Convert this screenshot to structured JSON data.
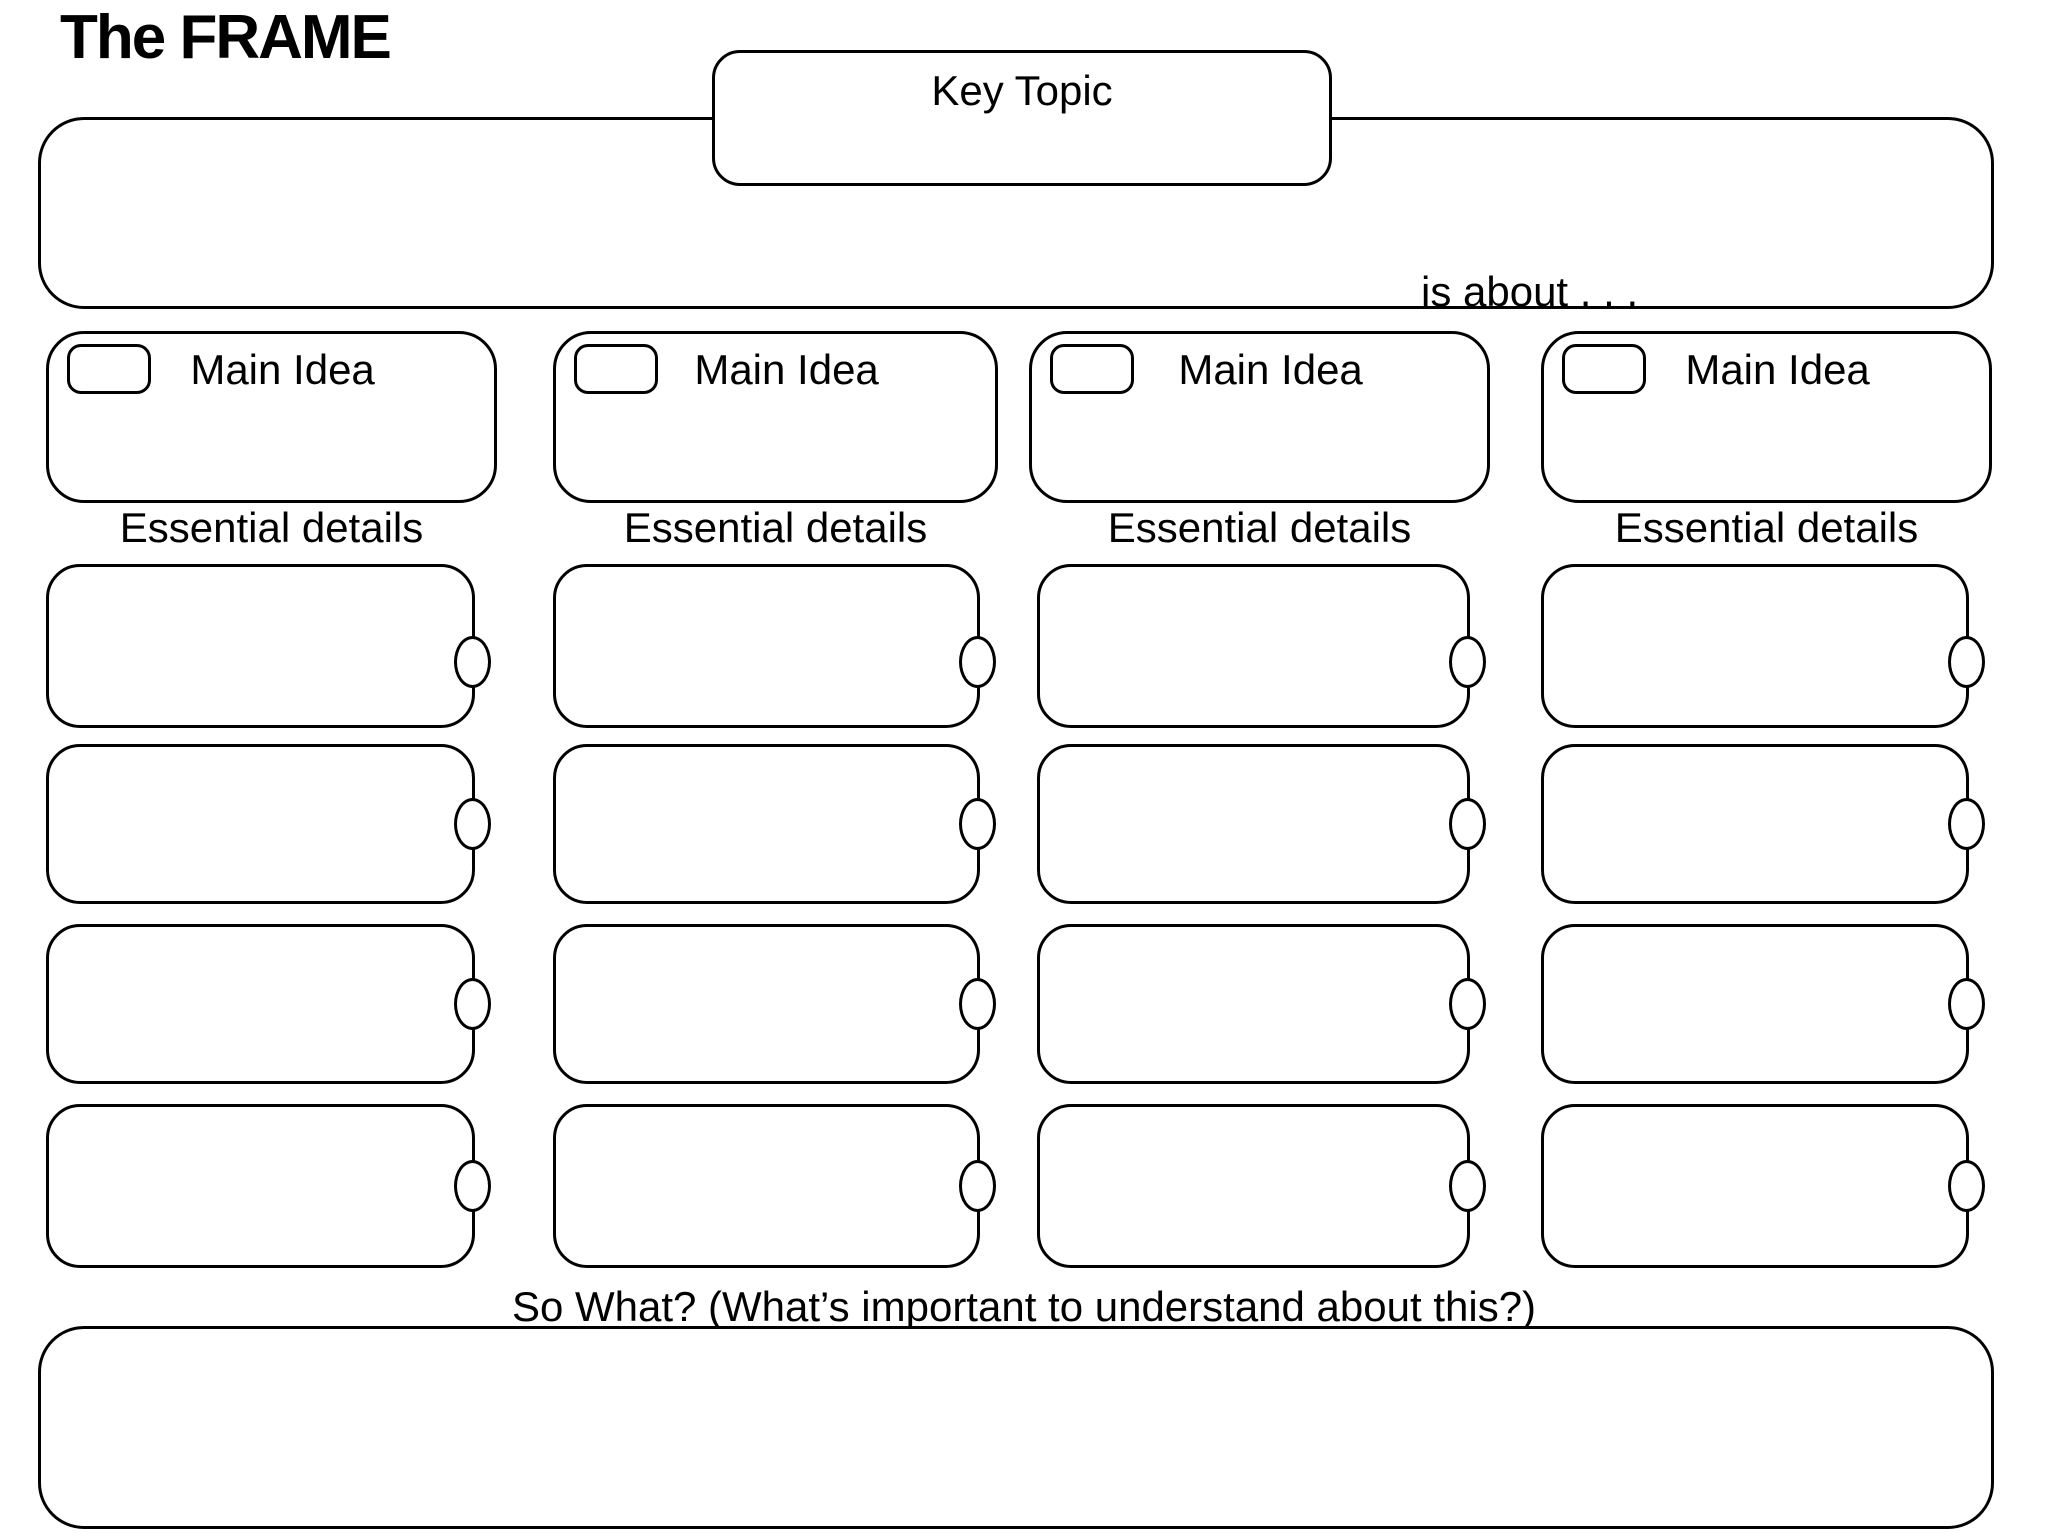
{
  "title": "The FRAME",
  "topic": {
    "key_topic_label": "Key Topic",
    "key_topic_value": "",
    "is_about_label": "is about . . .",
    "topic_value": ""
  },
  "columns": [
    {
      "main_idea_label": "Main Idea",
      "main_idea_value": "",
      "checkbox_checked": false,
      "essential_details_label": "Essential details",
      "details": [
        "",
        "",
        "",
        ""
      ]
    },
    {
      "main_idea_label": "Main Idea",
      "main_idea_value": "",
      "checkbox_checked": false,
      "essential_details_label": "Essential details",
      "details": [
        "",
        "",
        "",
        ""
      ]
    },
    {
      "main_idea_label": "Main Idea",
      "main_idea_value": "",
      "checkbox_checked": false,
      "essential_details_label": "Essential details",
      "details": [
        "",
        "",
        "",
        ""
      ]
    },
    {
      "main_idea_label": "Main Idea",
      "main_idea_value": "",
      "checkbox_checked": false,
      "essential_details_label": "Essential details",
      "details": [
        "",
        "",
        "",
        ""
      ]
    }
  ],
  "so_what": {
    "label": "So What? (What’s important to understand about this?)",
    "value": ""
  },
  "colors": {
    "ink": "#000000",
    "paper": "#ffffff"
  }
}
